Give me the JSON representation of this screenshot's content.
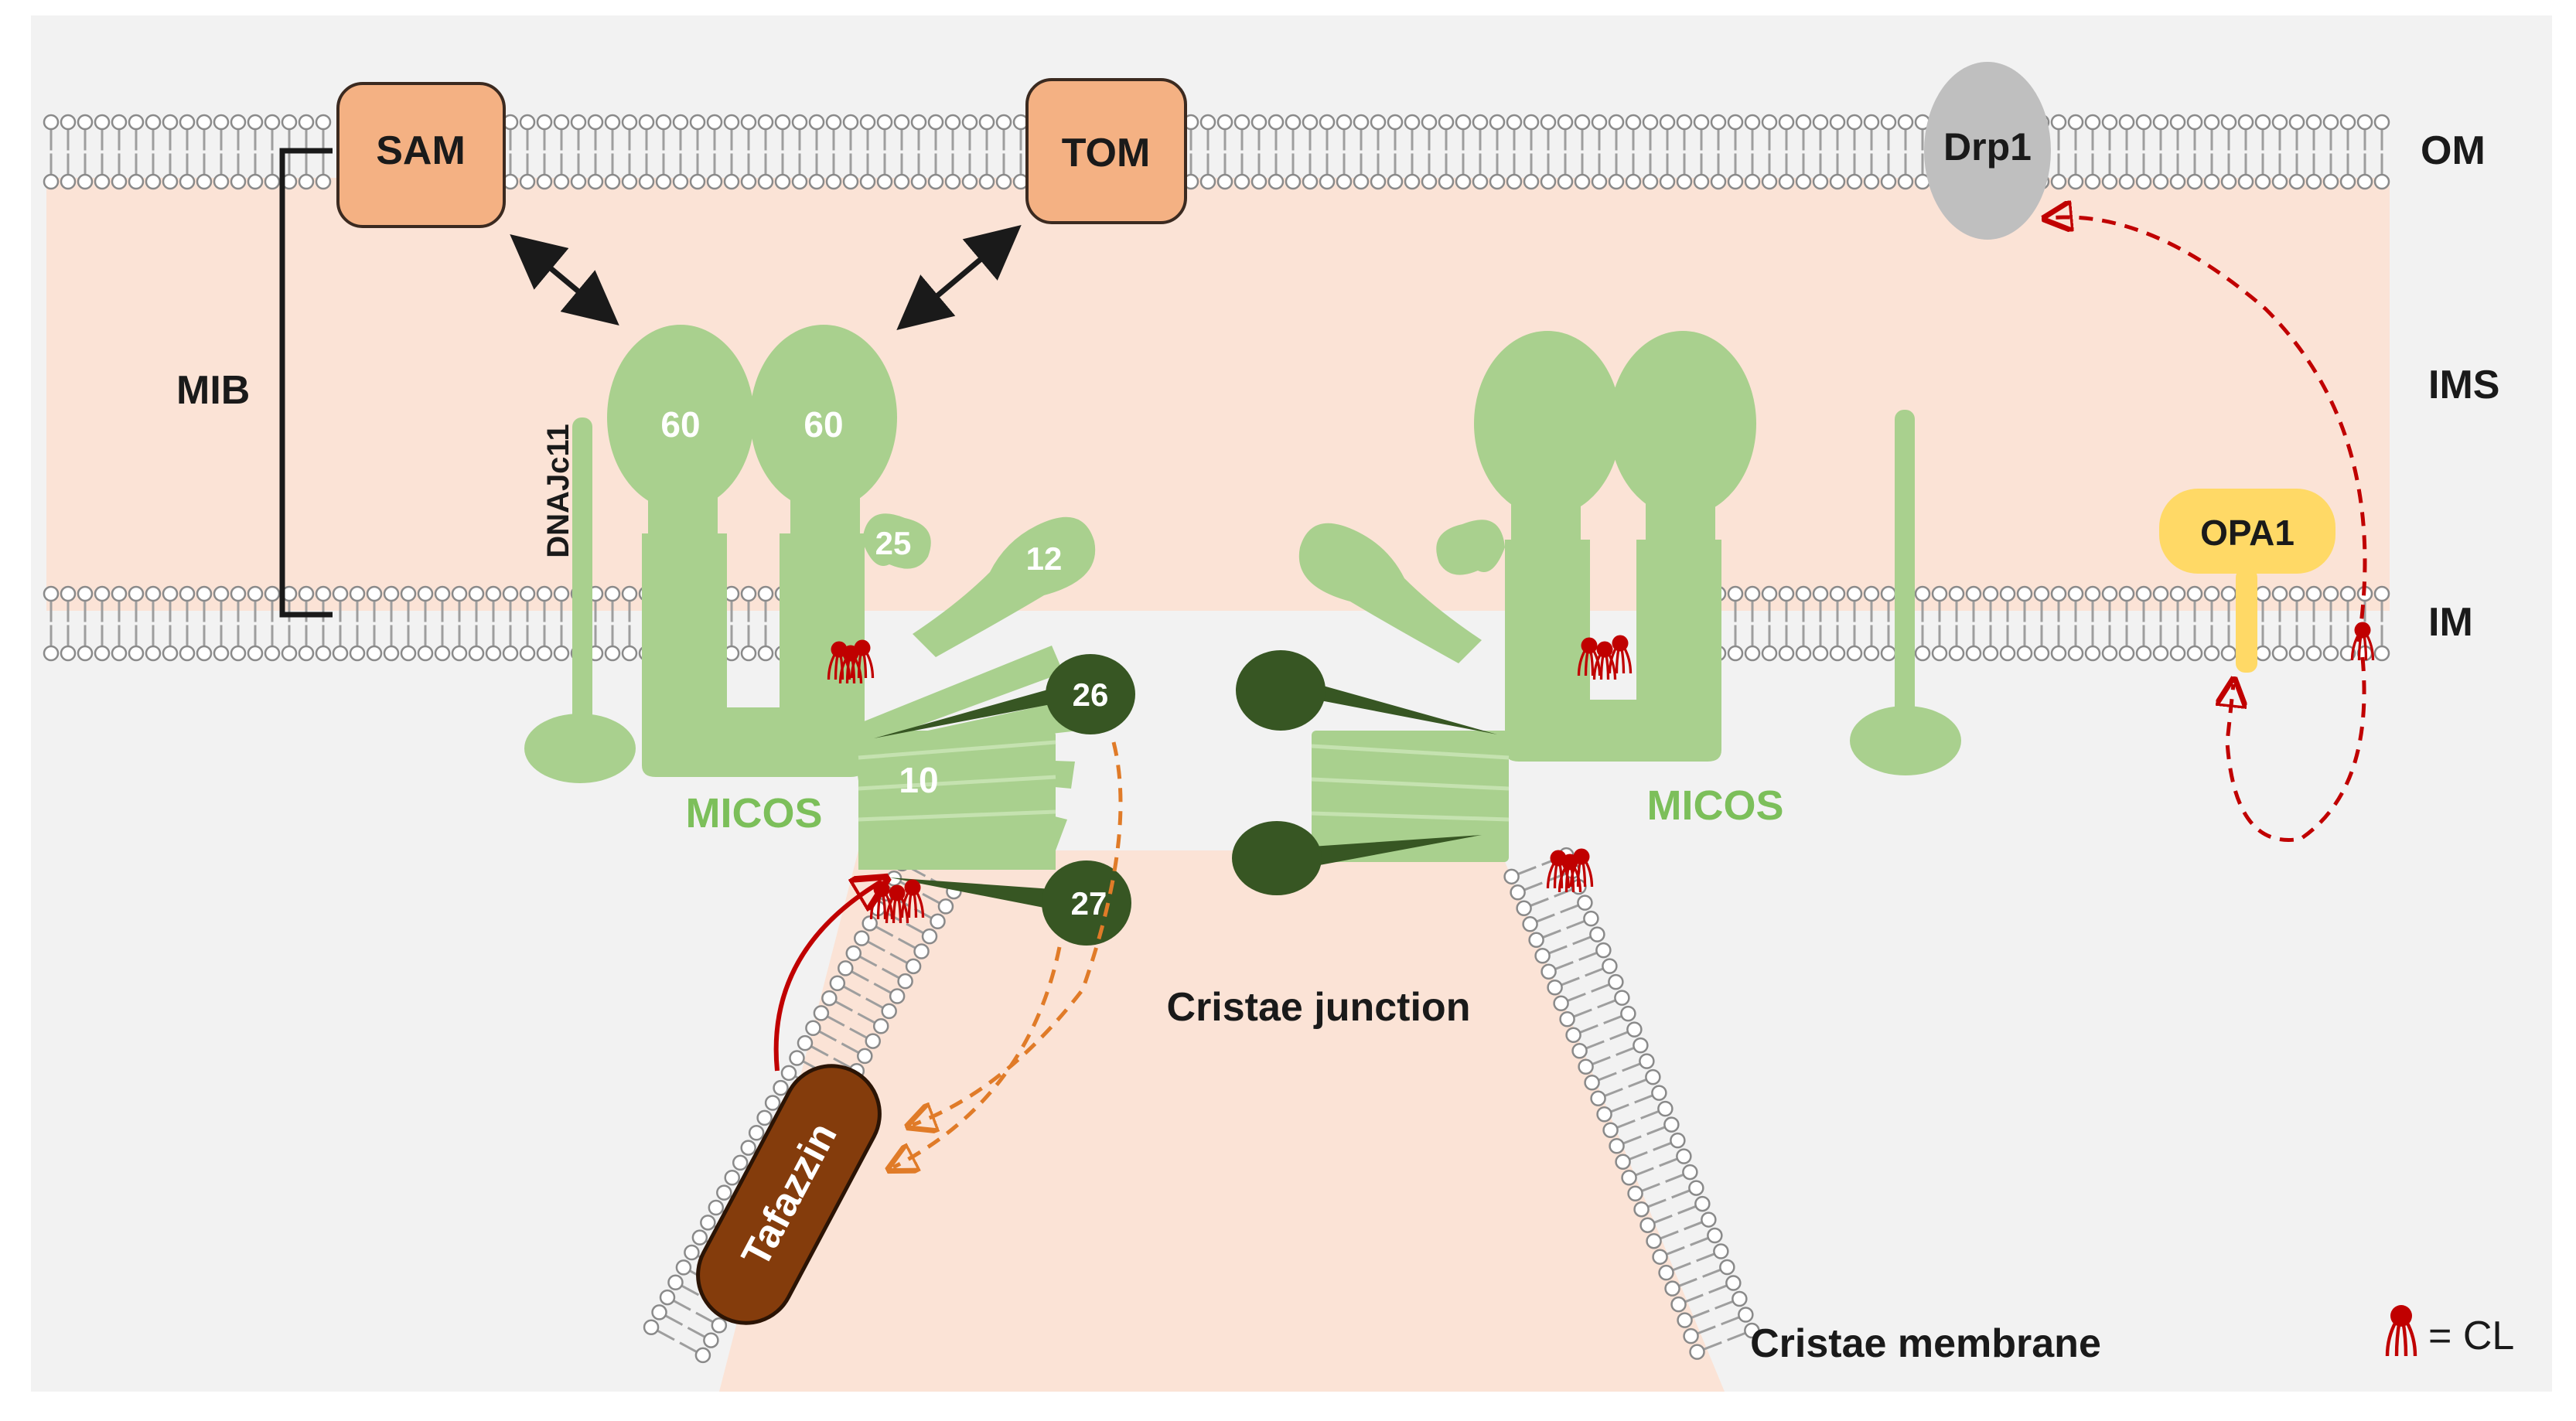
{
  "labels": {
    "om": "OM",
    "ims": "IMS",
    "im": "IM",
    "mib": "MIB",
    "sam": "SAM",
    "tom": "TOM",
    "drp1": "Drp1",
    "opa1": "OPA1",
    "dnajc11": "DNAJc11",
    "micos_left": "MICOS",
    "micos_right": "MICOS",
    "sub_60a": "60",
    "sub_60b": "60",
    "sub_25": "25",
    "sub_12": "12",
    "sub_10": "10",
    "sub_26": "26",
    "sub_27": "27",
    "tafazzin": "Tafazzin",
    "cristae_junction": "Cristae junction",
    "cristae_membrane": "Cristae membrane",
    "cl_legend": "= CL"
  },
  "colors": {
    "background": "#f2f2f2",
    "ims_fill": "#fbe3d6",
    "membrane_line": "#9e9e9e",
    "micos_green": "#a9d08e",
    "micos_dark": "#375623",
    "sam_tom_fill": "#f4b183",
    "sam_tom_stroke": "#3b2a20",
    "drp1_fill": "#bfbfbf",
    "opa1_fill": "#ffd966",
    "tafazzin_fill": "#843c0c",
    "cl_red": "#c00000",
    "orange_arrow": "#e07b28"
  },
  "icons": [
    "cardiolipin-icon",
    "double-headed-arrow",
    "dashed-arrow"
  ]
}
